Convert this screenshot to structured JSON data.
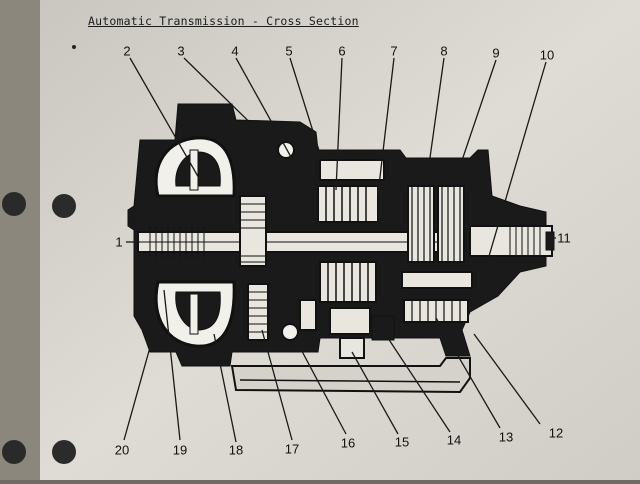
{
  "title": "Automatic Transmission - Cross Section",
  "callouts": {
    "c1": "1",
    "c2": "2",
    "c3": "3",
    "c4": "4",
    "c5": "5",
    "c6": "6",
    "c7": "7",
    "c8": "8",
    "c9": "9",
    "c10": "10",
    "c11": "11",
    "c12": "12",
    "c13": "13",
    "c14": "14",
    "c15": "15",
    "c16": "16",
    "c17": "17",
    "c18": "18",
    "c19": "19",
    "c20": "20"
  },
  "colors": {
    "paper": "#dcdad2",
    "ink": "#111111",
    "binder_hole": "#2a2a2a"
  }
}
